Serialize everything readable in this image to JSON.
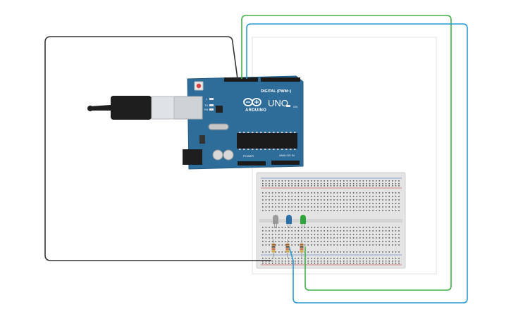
{
  "board": {
    "model_text": "UNO",
    "brand_text": "ARDUINO",
    "digital_label": "DIGITAL (PWM~)",
    "power_label": "POWER",
    "analog_label": "ANALOG IN",
    "on_label": "ON",
    "led_tx": "TX",
    "led_rx": "RX",
    "led_l": "L",
    "body_color": "#2e6c9a"
  },
  "components": {
    "leds": [
      {
        "name": "led-gray",
        "color": "#9a9a9a"
      },
      {
        "name": "led-blue",
        "color": "#2a6fa8"
      },
      {
        "name": "led-green",
        "color": "#2fa43a"
      }
    ],
    "resistor_count": 3
  },
  "wires": {
    "ground_color": "#333333",
    "green_color": "#44b04a",
    "blue_color": "#2a9bd0"
  }
}
